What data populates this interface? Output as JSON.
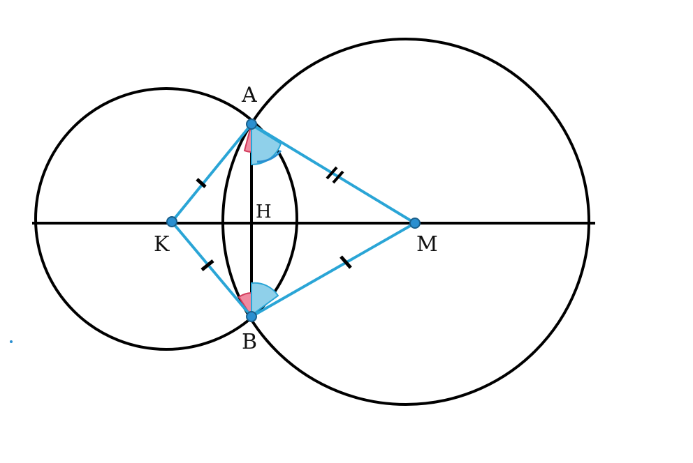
{
  "diagram": {
    "labels": {
      "A": "A",
      "B": "B",
      "H": "H",
      "K": "K",
      "M": "M"
    },
    "colors": {
      "circle": "#000000",
      "axis": "#000000",
      "segment": "#2aa5d6",
      "point": "#2a8fd0",
      "angle_fill_blue": "#8fd0ea",
      "angle_fill_red": "#f08aa0",
      "angle_stroke_red": "#d23a5a",
      "tick": "#000000",
      "background": "#ffffff"
    },
    "tick_marks": {
      "KA": "single",
      "KB": "single",
      "AM": "double",
      "BM": "single"
    }
  }
}
